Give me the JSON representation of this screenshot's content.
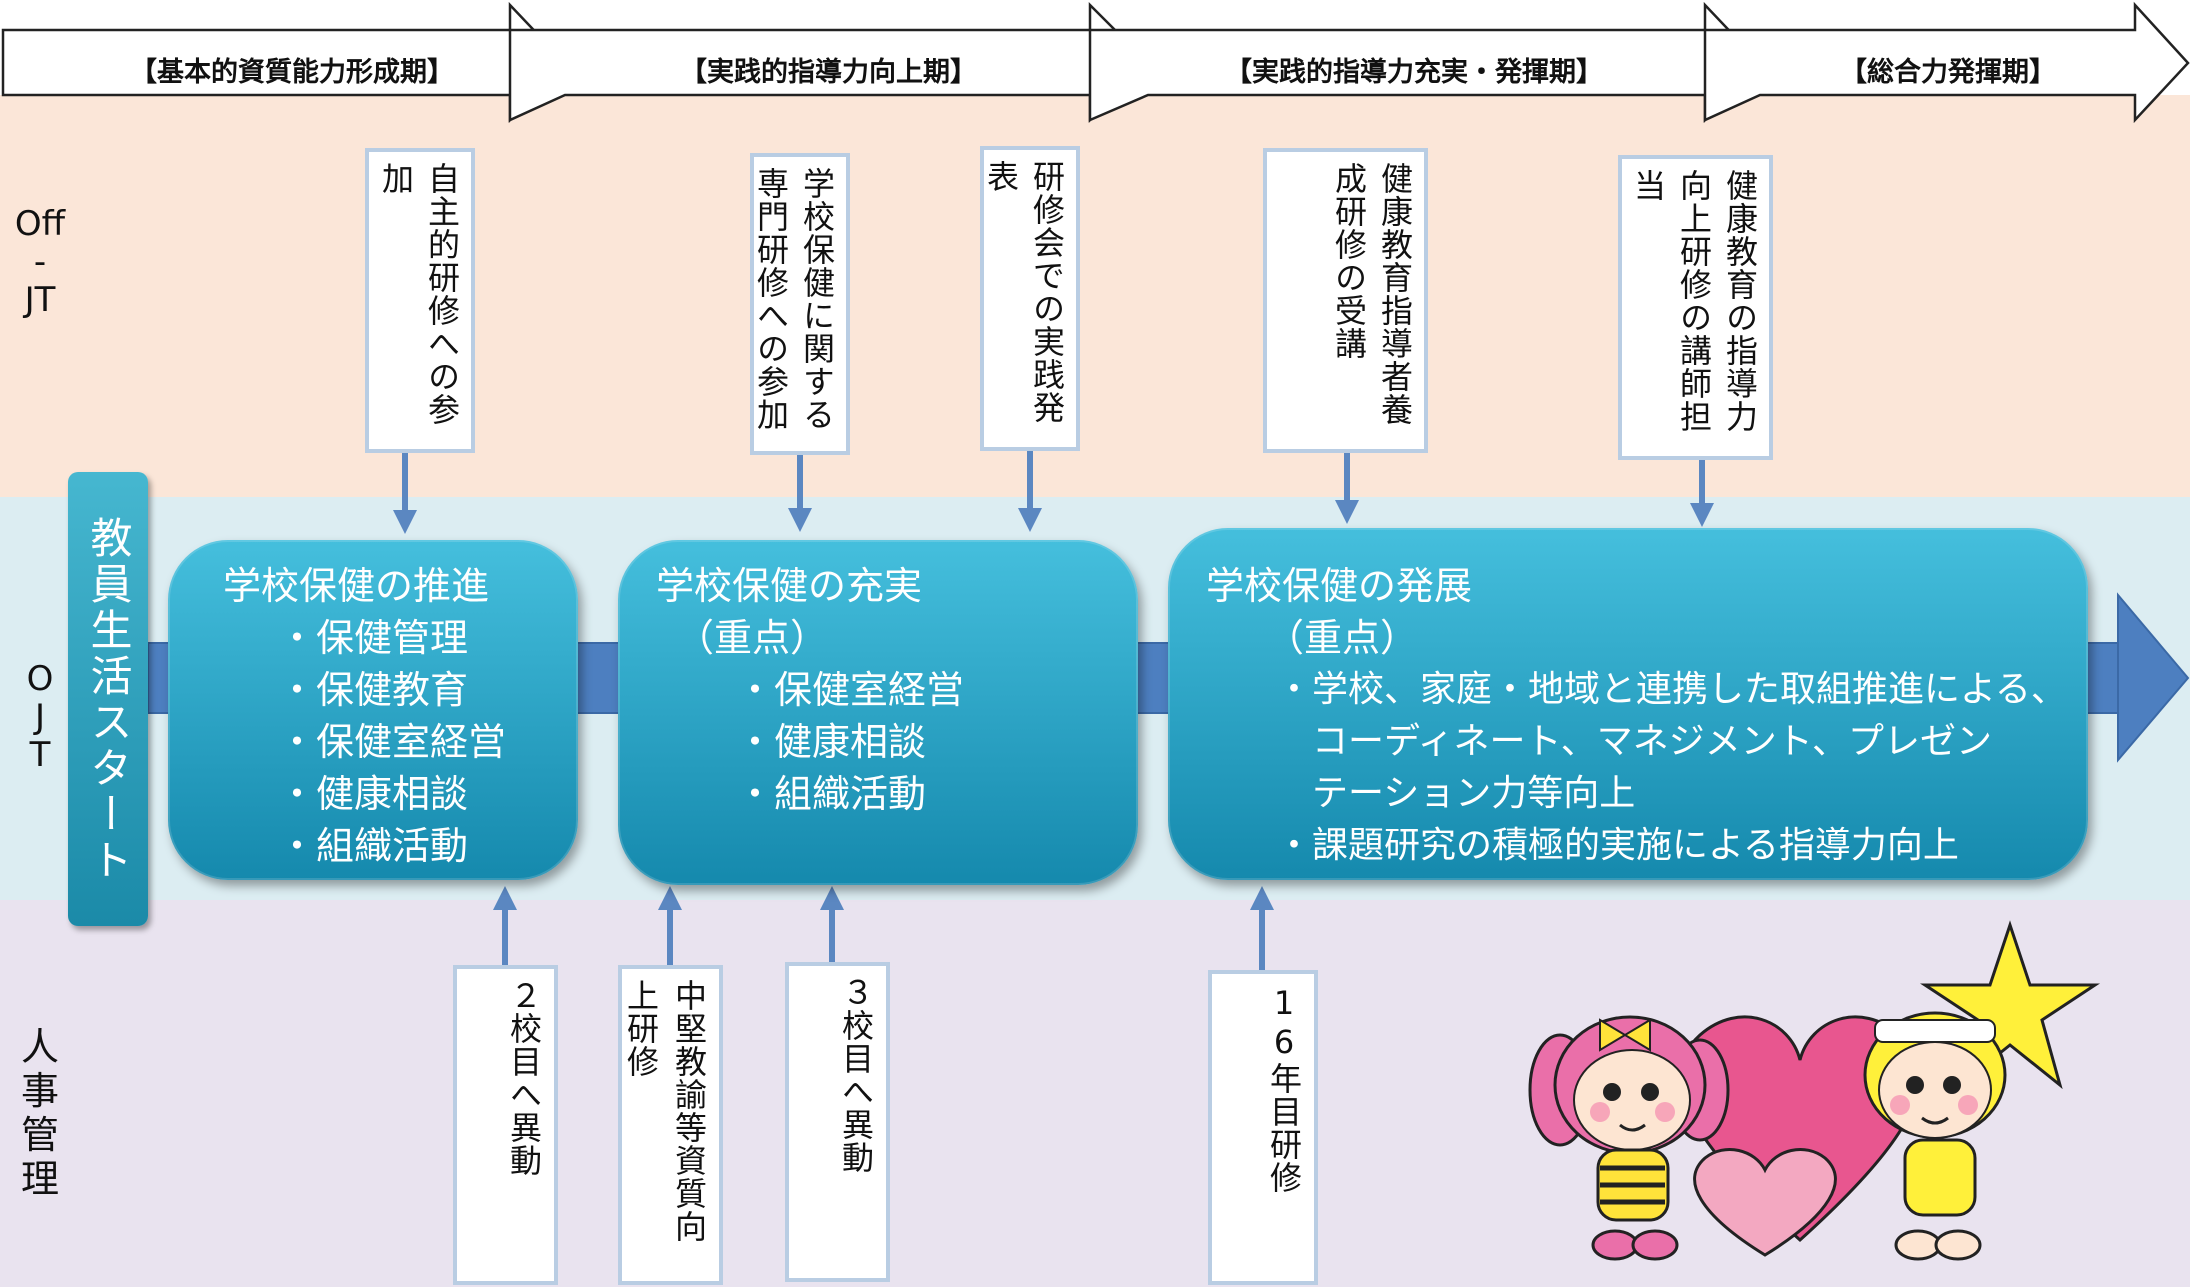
{
  "phases": [
    "【基本的資質能力形成期】",
    "【実践的指導力向上期】",
    "【実践的指導力充実・発揮期】",
    "【総合力発揮期】"
  ],
  "row_labels": {
    "off_jt": "Off\n-\nJT",
    "ojt": "O\nJ\nT",
    "hr": "人\n事\n管\n理"
  },
  "start": "教員生活スタート",
  "stages": [
    {
      "title": "学校保健の推進",
      "items": [
        "・保健管理",
        "・保健教育",
        "・保健室経営",
        "・健康相談",
        "・組織活動"
      ]
    },
    {
      "title": "学校保健の充実",
      "sub": "（重点）",
      "items": [
        "・保健室経営",
        "・健康相談",
        "・組織活動"
      ]
    },
    {
      "title": "学校保健の発展",
      "sub": "（重点）",
      "items": [
        "・学校、家庭・地域と連携した取組推進による、",
        "　コーディネート、マネジメント、プレゼン",
        "　テーション力等向上",
        "・課題研究の積極的実施による指導力向上"
      ]
    }
  ],
  "off_jt_boxes": [
    "自主的研修への参加",
    "学校保健に関する専門研修への参加",
    "研修会での実践発表",
    "健康教育指導者養成研修の受講",
    "健康教育の指導力向上研修の講師担当"
  ],
  "hr_boxes": [
    "２校目へ異動",
    "中堅教諭等資質向上研修",
    "３校目へ異動",
    "16年目研修"
  ],
  "colors": {
    "off_band": "#fbe6d8",
    "ojt_band": "#dcedf2",
    "hr_band": "#e9e3ef",
    "stage": "#2aa3c6",
    "arrow": "#5b87c1"
  },
  "illustration": "two-mascot-characters-with-hearts-and-star"
}
